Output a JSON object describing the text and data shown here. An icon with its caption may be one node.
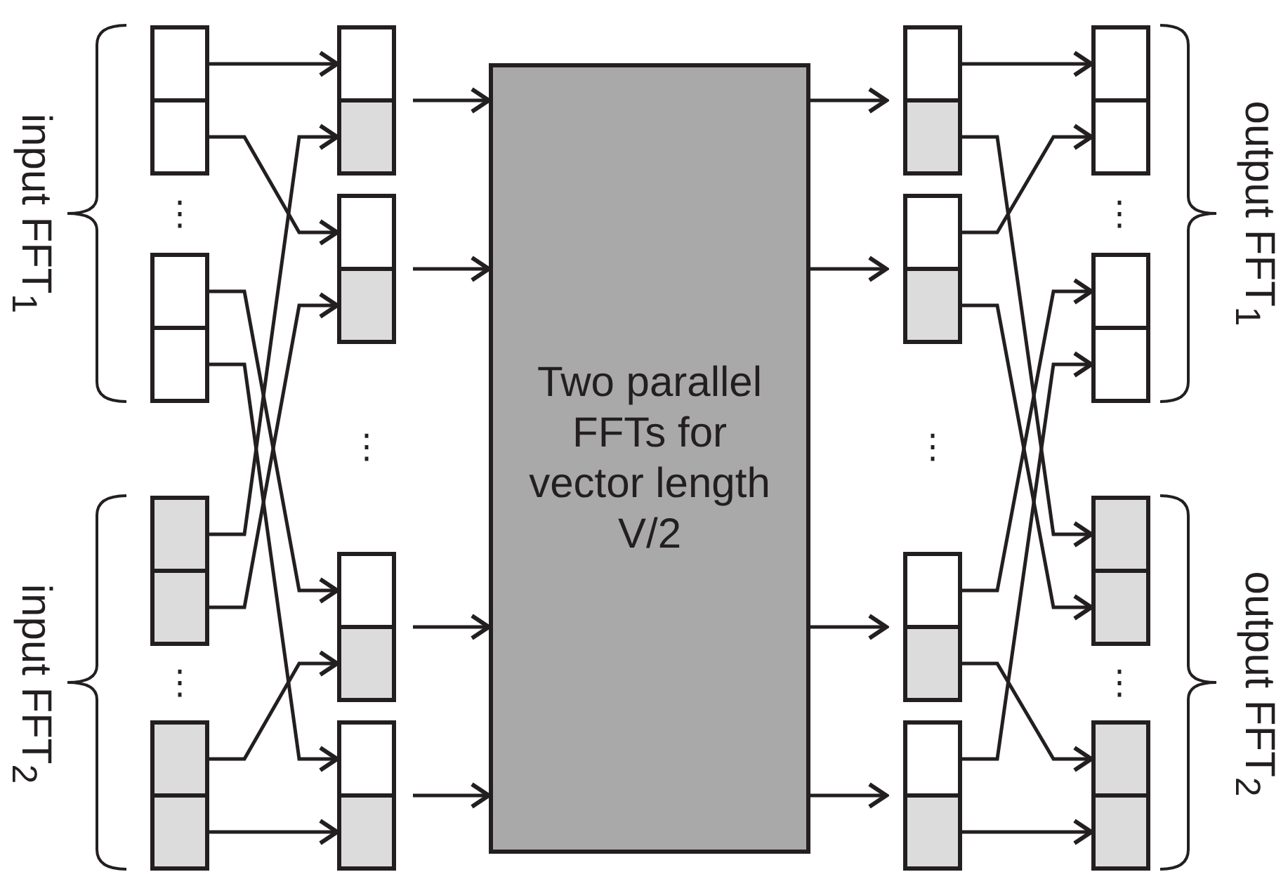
{
  "diagram": {
    "nodes": [
      {
        "text": [],
        "shape": "box"
      },
      {
        "text": [],
        "shape": "box"
      },
      {
        "text": [],
        "shape": "box"
      },
      {
        "text": [],
        "shape": "box"
      },
      {
        "text": [],
        "shape": "box"
      },
      {
        "text": [],
        "shape": "box"
      },
      {
        "text": [],
        "shape": "box"
      },
      {
        "text": [],
        "shape": "box"
      },
      {
        "text": [],
        "shape": "box"
      },
      {
        "text": [],
        "shape": "box"
      },
      {
        "text": [],
        "shape": "box"
      },
      {
        "text": [],
        "shape": "box"
      },
      {
        "text": [],
        "shape": "box"
      },
      {
        "text": [],
        "shape": "box"
      },
      {
        "text": [],
        "shape": "box"
      },
      {
        "text": [],
        "shape": "box"
      },
      {
        "text": [
          "Two parallel FFTs for vector length V/2"
        ]
      },
      {
        "text": [],
        "shape": "box"
      },
      {
        "text": [],
        "shape": "box"
      },
      {
        "text": [],
        "shape": "box"
      },
      {
        "text": [],
        "shape": "box"
      },
      {
        "text": [],
        "shape": "box"
      },
      {
        "text": [],
        "shape": "box"
      },
      {
        "text": [],
        "shape": "box"
      },
      {
        "text": [],
        "shape": "box"
      },
      {
        "text": [],
        "shape": "box"
      },
      {
        "text": [],
        "shape": "box"
      },
      {
        "text": [],
        "shape": "box"
      },
      {
        "text": [],
        "shape": "box"
      },
      {
        "text": [],
        "shape": "box"
      },
      {
        "text": [],
        "shape": "box"
      },
      {
        "text": [],
        "shape": "box"
      },
      {
        "text": [],
        "shape": "box"
      }
    ],
    "edges": [
      {
        "from": 0,
        "to": 8,
        "arrow": "to"
      },
      {
        "from": 1,
        "to": 10,
        "arrow": "to"
      },
      {
        "from": 2,
        "to": 12,
        "arrow": "to"
      },
      {
        "from": 3,
        "to": 14,
        "arrow": "to"
      },
      {
        "from": 4,
        "to": 9,
        "arrow": "to"
      },
      {
        "from": 5,
        "to": 11,
        "arrow": "to"
      },
      {
        "from": 6,
        "to": 13,
        "arrow": "to"
      },
      {
        "from": 7,
        "to": 15,
        "arrow": "to"
      },
      {
        "from": 8,
        "to": 16,
        "arrow": "to"
      },
      {
        "from": 10,
        "to": 16,
        "arrow": "to"
      },
      {
        "from": 12,
        "to": 16,
        "arrow": "to"
      },
      {
        "from": 14,
        "to": 16,
        "arrow": "to"
      },
      {
        "from": 16,
        "to": 17,
        "arrow": "to"
      },
      {
        "from": 16,
        "to": 19,
        "arrow": "to"
      },
      {
        "from": 16,
        "to": 21,
        "arrow": "to"
      },
      {
        "from": 16,
        "to": 23,
        "arrow": "to"
      },
      {
        "from": 17,
        "to": 25,
        "arrow": "to"
      },
      {
        "from": 19,
        "to": 26,
        "arrow": "to"
      },
      {
        "from": 21,
        "to": 27,
        "arrow": "to"
      },
      {
        "from": 23,
        "to": 28,
        "arrow": "to"
      },
      {
        "from": 18,
        "to": 29,
        "arrow": "to"
      },
      {
        "from": 20,
        "to": 30,
        "arrow": "to"
      },
      {
        "from": 22,
        "to": 31,
        "arrow": "to"
      },
      {
        "from": 24,
        "to": 32,
        "arrow": "to"
      }
    ],
    "labels": [
      "input FFT$_{1}$",
      "input FFT$_{2}$",
      "output FFT$_{1}$",
      "output FFT$_{2}$",
      "⋮",
      "⋮",
      "⋮",
      "⋮",
      "⋮",
      "⋮"
    ]
  }
}
